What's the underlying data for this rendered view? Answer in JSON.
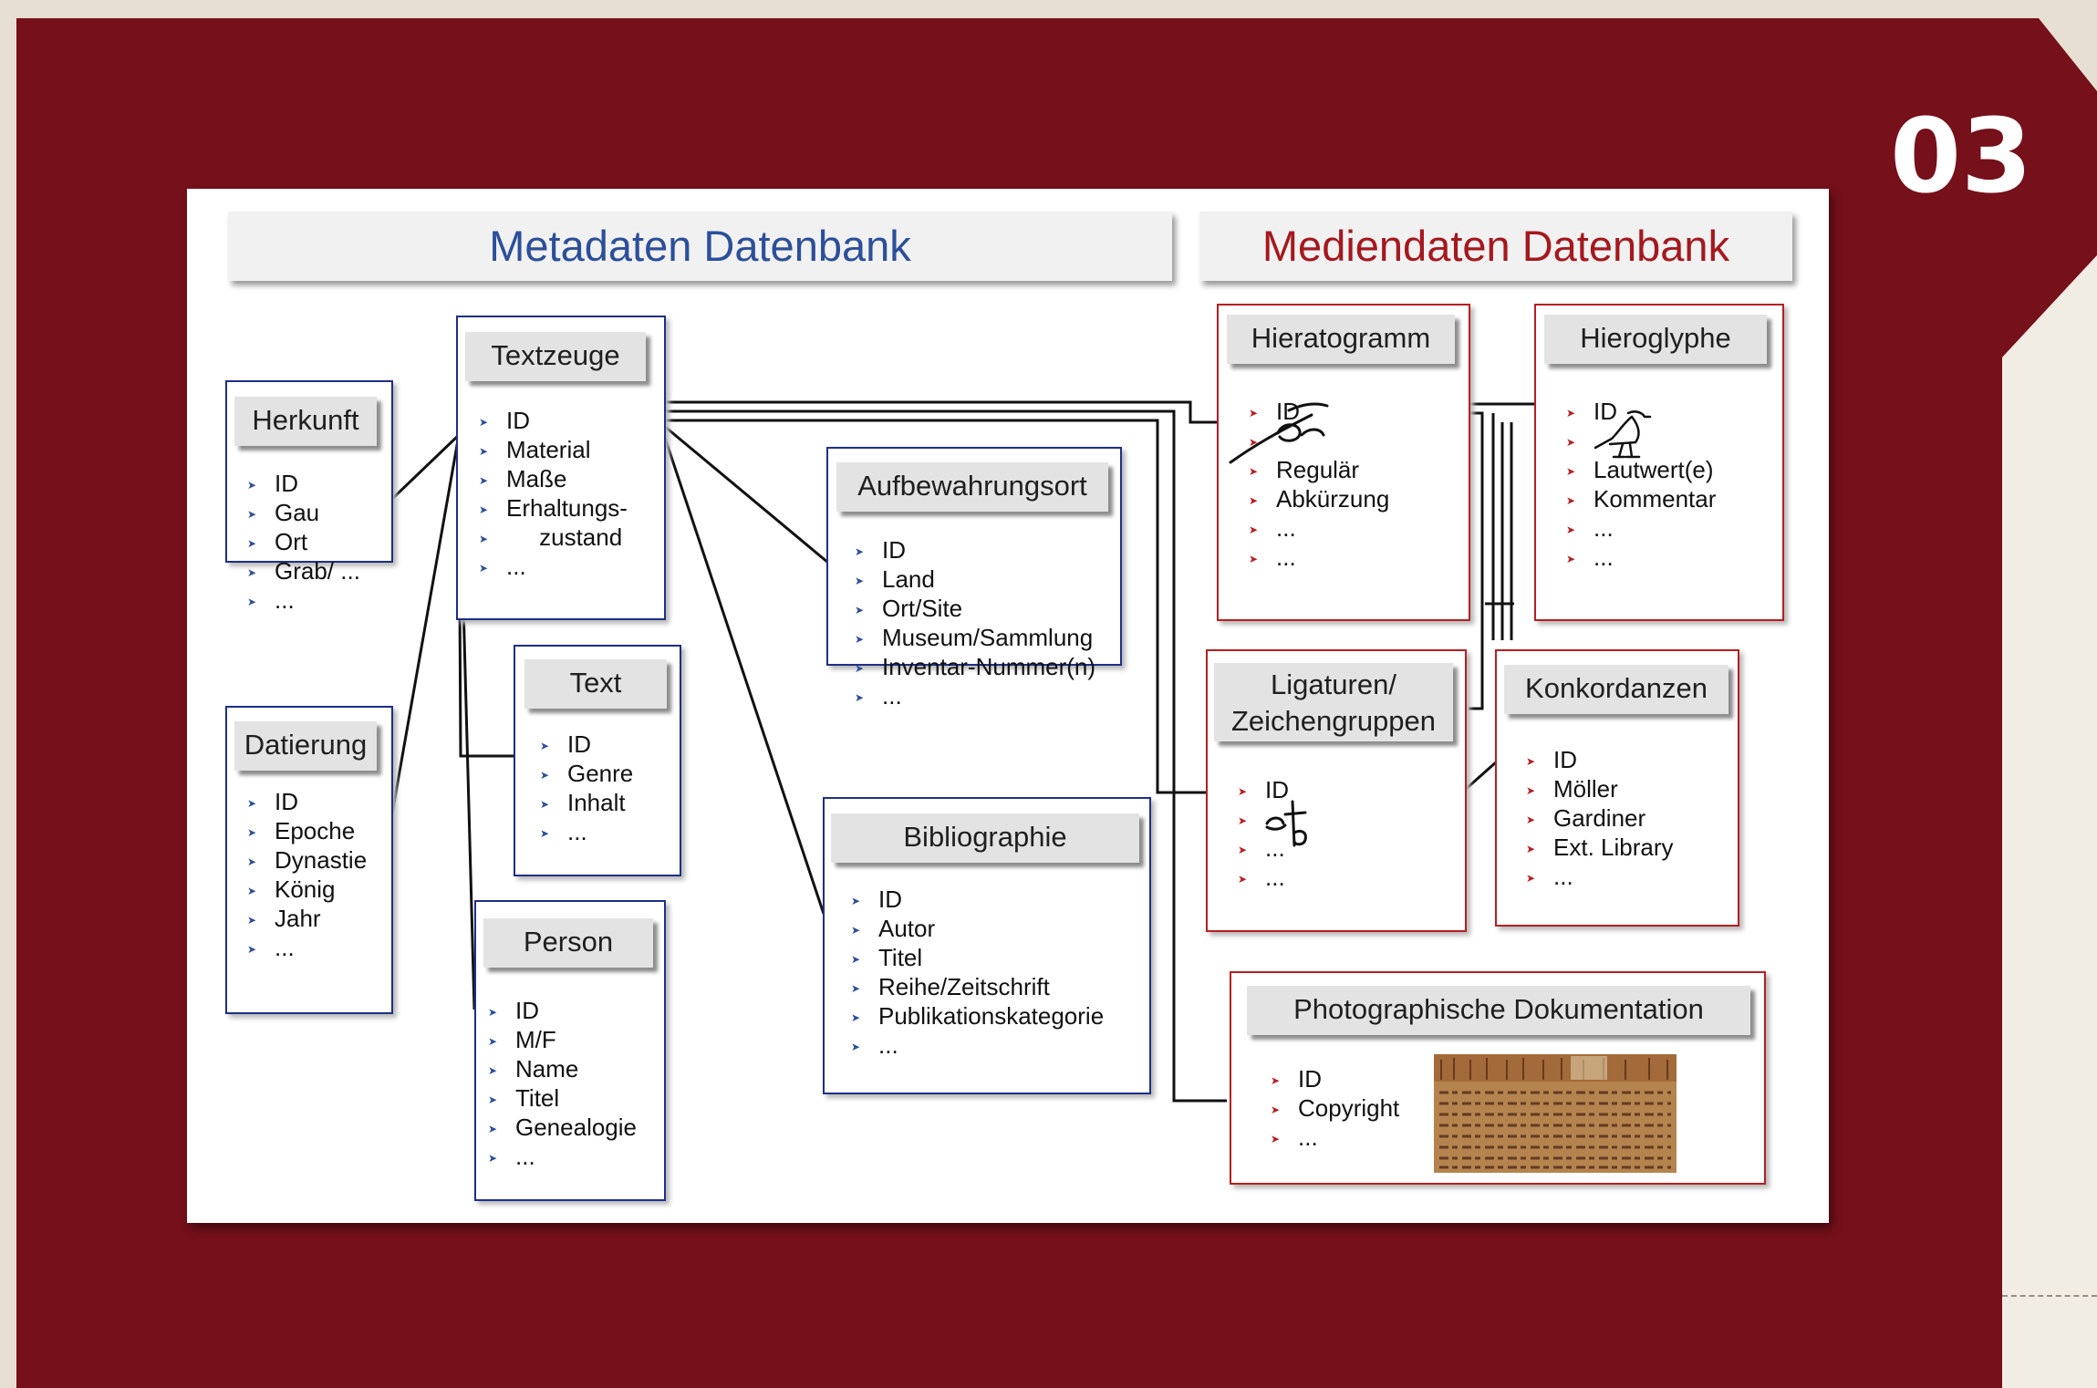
{
  "page_number": "03",
  "metadata_title": "Metadaten Datenbank",
  "media_title": "Mediendaten Datenbank",
  "tables": {
    "herkunft": {
      "title": "Herkunft",
      "fields": [
        "ID",
        "Gau",
        "Ort",
        "Grab/ ...",
        "..."
      ]
    },
    "datierung": {
      "title": "Datierung",
      "fields": [
        "ID",
        "Epoche",
        "Dynastie",
        "König",
        "Jahr",
        "..."
      ]
    },
    "textzeuge": {
      "title": "Textzeuge",
      "fields": [
        "ID",
        "Material",
        "Maße",
        "Erhaltungs-",
        "     zustand",
        "..."
      ]
    },
    "text": {
      "title": "Text",
      "fields": [
        "ID",
        "Genre",
        "Inhalt",
        "..."
      ]
    },
    "person": {
      "title": "Person",
      "fields": [
        "ID",
        "M/F",
        "Name",
        "Titel",
        "Genealogie",
        "..."
      ]
    },
    "aufbewahrungsort": {
      "title": "Aufbewahrungsort",
      "fields": [
        "ID",
        "Land",
        "Ort/Site",
        "Museum/Sammlung",
        "Inventar-Nummer(n)",
        "..."
      ]
    },
    "bibliographie": {
      "title": "Bibliographie",
      "fields": [
        "ID",
        "Autor",
        "Titel",
        "Reihe/Zeitschrift",
        "Publikationskategorie",
        "..."
      ]
    },
    "hieratogramm": {
      "title": "Hieratogramm",
      "fields": [
        "ID",
        "",
        "Regulär",
        "Abkürzung",
        "...",
        "..."
      ]
    },
    "hieroglyphe": {
      "title": "Hieroglyphe",
      "fields": [
        "ID",
        "",
        "Lautwert(e)",
        "Kommentar",
        "...",
        "..."
      ]
    },
    "ligaturen": {
      "title_line1": "Ligaturen/",
      "title_line2": "Zeichengruppen",
      "fields": [
        "ID",
        "",
        "...",
        "..."
      ]
    },
    "konkordanzen": {
      "title": "Konkordanzen",
      "fields": [
        "ID",
        "Möller",
        "Gardiner",
        "Ext. Library",
        "..."
      ]
    },
    "photo_doku": {
      "title": "Photographische Dokumentation",
      "fields": [
        "ID",
        "Copyright",
        "..."
      ]
    }
  },
  "colors": {
    "frame": "#76101a",
    "meta_blue": "#2c4f9a",
    "media_red": "#a5181e"
  }
}
